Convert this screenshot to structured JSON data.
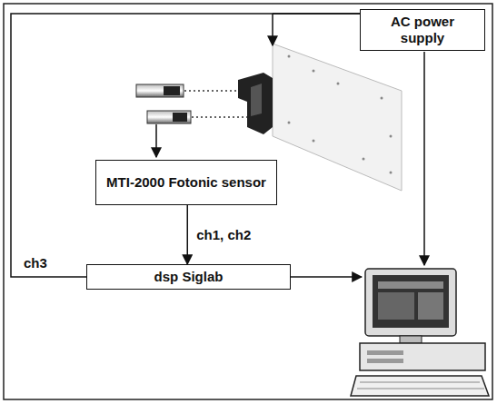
{
  "diagram": {
    "nodes": [
      {
        "text": [
          "AC power supply"
        ]
      },
      {
        "text": [
          "MTI-2000 Fotonic sensor"
        ]
      },
      {
        "text": [
          "dsp Siglab"
        ]
      }
    ],
    "edges": [
      {
        "from": 0,
        "to": 2,
        "label": "ch3",
        "arrow": "none"
      },
      {
        "from": 1,
        "to": 2,
        "label": "ch1, ch2",
        "arrow": "to"
      }
    ]
  }
}
